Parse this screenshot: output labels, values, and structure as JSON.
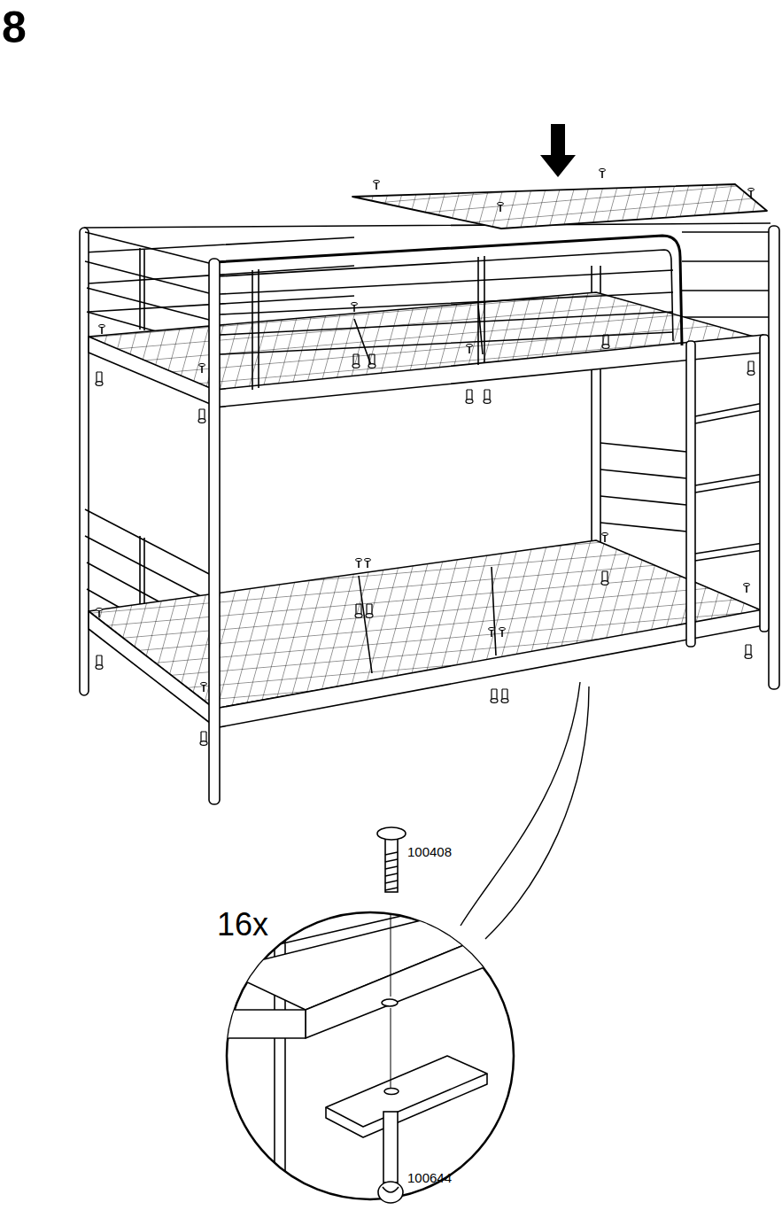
{
  "diagram": {
    "labels": [
      "8",
      "16x",
      "100408",
      "100644"
    ]
  }
}
